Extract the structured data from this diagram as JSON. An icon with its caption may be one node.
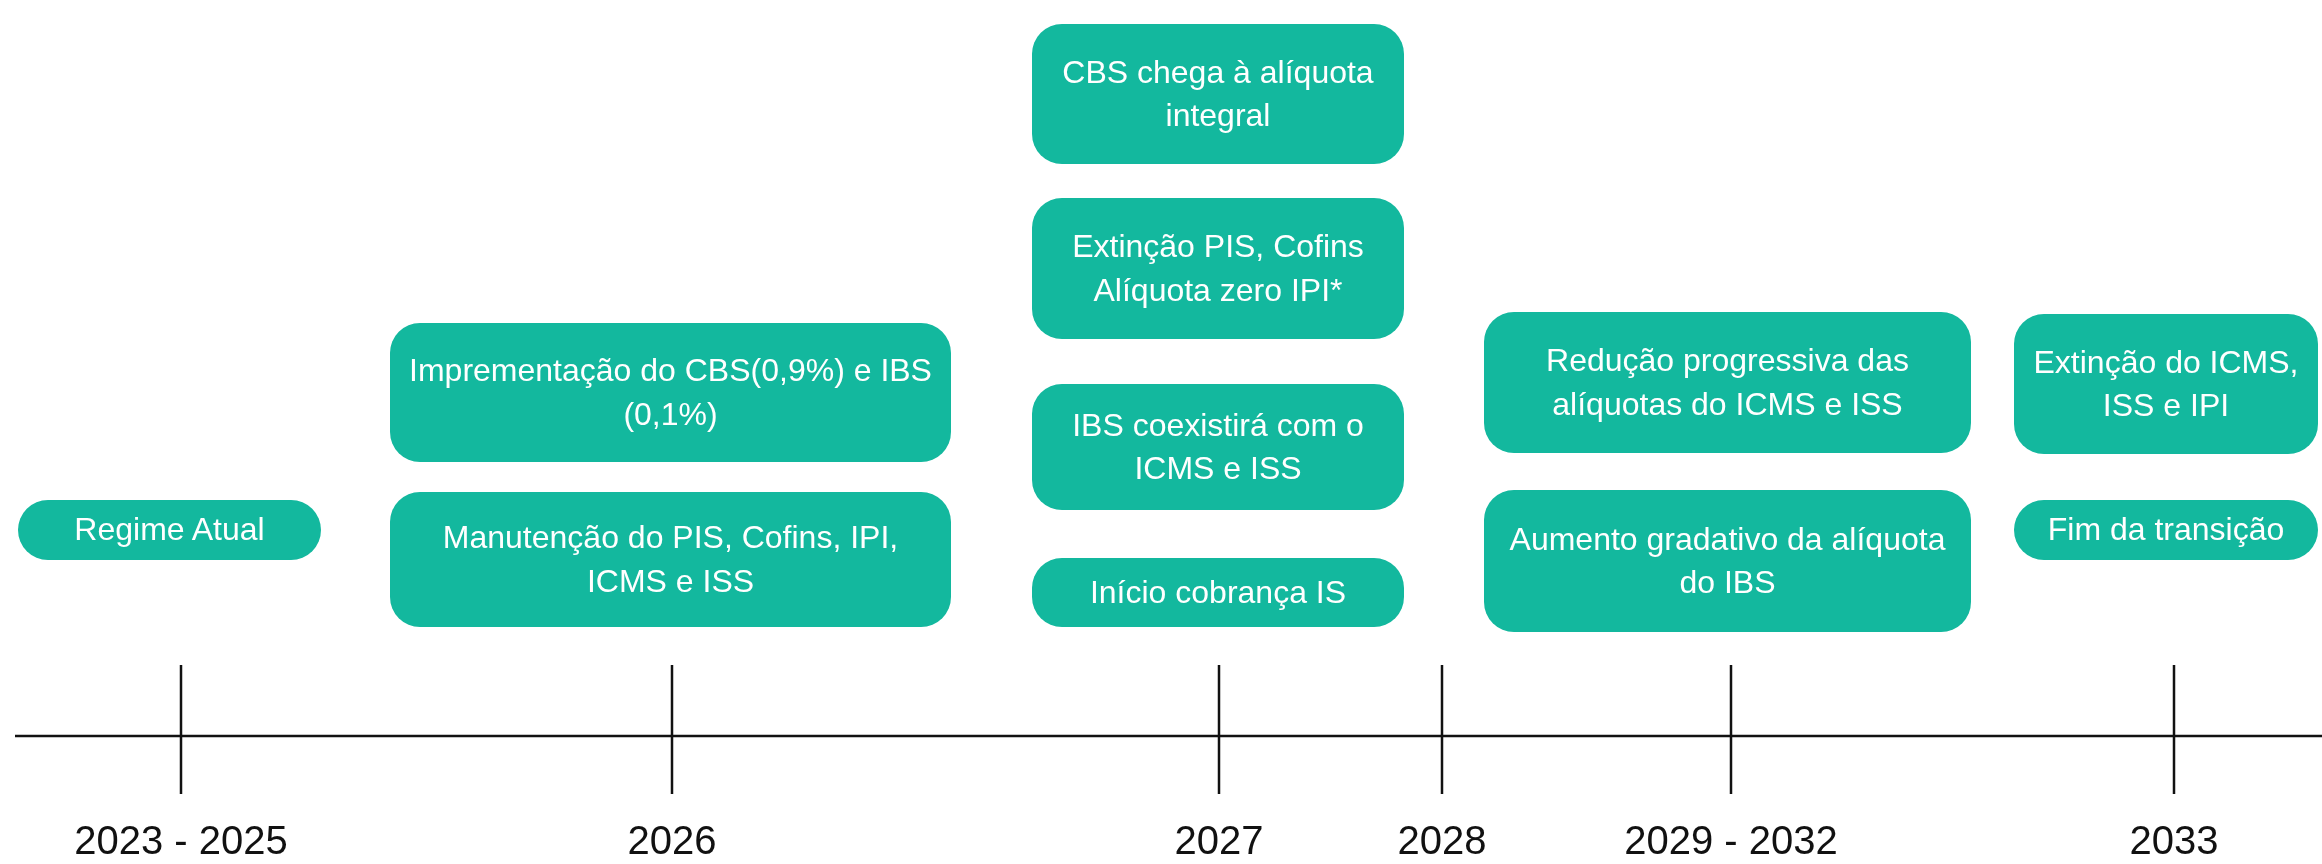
{
  "diagram": {
    "nodes": [
      {
        "text": [
          "Regime Atual"
        ]
      },
      {
        "text": [
          "Imprementação do CBS(0,9%) e IBS (0,1%)"
        ]
      },
      {
        "text": [
          "Manutenção do PIS, Cofins, IPI, ICMS e ISS"
        ]
      },
      {
        "text": [
          "CBS chega à alíquota integral"
        ]
      },
      {
        "text": [
          "Extinção PIS, Cofins Alíquota zero IPI*"
        ]
      },
      {
        "text": [
          "IBS coexistirá com o ICMS e ISS"
        ]
      },
      {
        "text": [
          "Início cobrança IS"
        ]
      },
      {
        "text": [
          "Redução progressiva das alíquotas do ICMS e ISS"
        ]
      },
      {
        "text": [
          "Aumento gradativo da alíquota do IBS"
        ]
      },
      {
        "text": [
          "Extinção do ICMS, ISS e IPI"
        ]
      },
      {
        "text": [
          "Fim da transição"
        ]
      }
    ],
    "labels": [
      "2023 - 2025",
      "2026",
      "2027",
      "2028",
      "2029 - 2032",
      "2033"
    ]
  }
}
